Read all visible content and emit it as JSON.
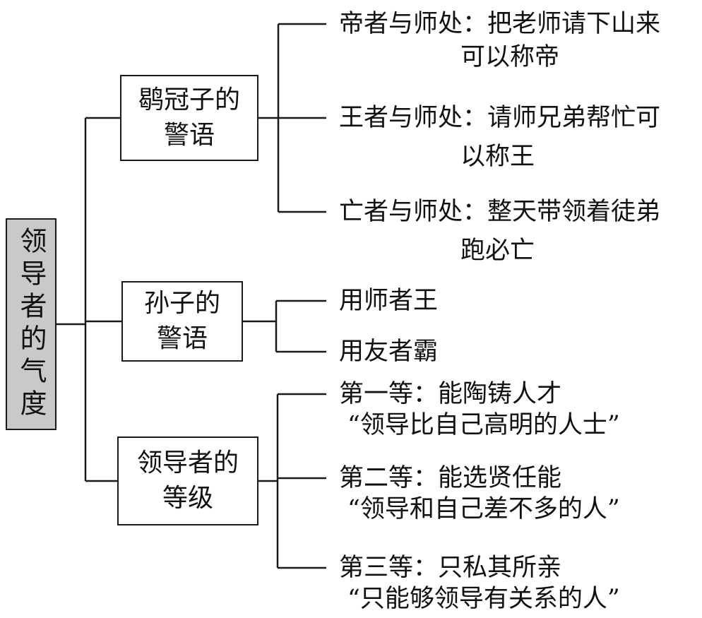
{
  "diagram": {
    "root": {
      "label": "领导者的气度"
    },
    "branches": [
      {
        "label_line1": "鹖冠子的",
        "label_line2": "警语",
        "leaves": [
          {
            "line1": "帝者与师处：把老师请下山来",
            "line2": "可以称帝"
          },
          {
            "line1": "王者与师处：请师兄弟帮忙可",
            "line2": "以称王"
          },
          {
            "line1": "亡者与师处：整天带领着徒弟",
            "line2": "跑必亡"
          }
        ]
      },
      {
        "label_line1": "孙子的",
        "label_line2": "警语",
        "leaves": [
          {
            "line1": "用师者王",
            "line2": ""
          },
          {
            "line1": "用友者霸",
            "line2": ""
          }
        ]
      },
      {
        "label_line1": "领导者的",
        "label_line2": "等级",
        "leaves": [
          {
            "line1": "第一等：能陶铸人才",
            "line2": "“领导比自己高明的人士”"
          },
          {
            "line1": "第二等：能选贤任能",
            "line2": "“领导和自己差不多的人”"
          },
          {
            "line1": "第三等：只私其所亲",
            "line2": "“只能够领导有关系的人”"
          }
        ]
      }
    ],
    "colors": {
      "root_fill": "#c9c9c9",
      "box_fill": "#ffffff",
      "line": "#1a1a1a",
      "text": "#111111"
    }
  }
}
